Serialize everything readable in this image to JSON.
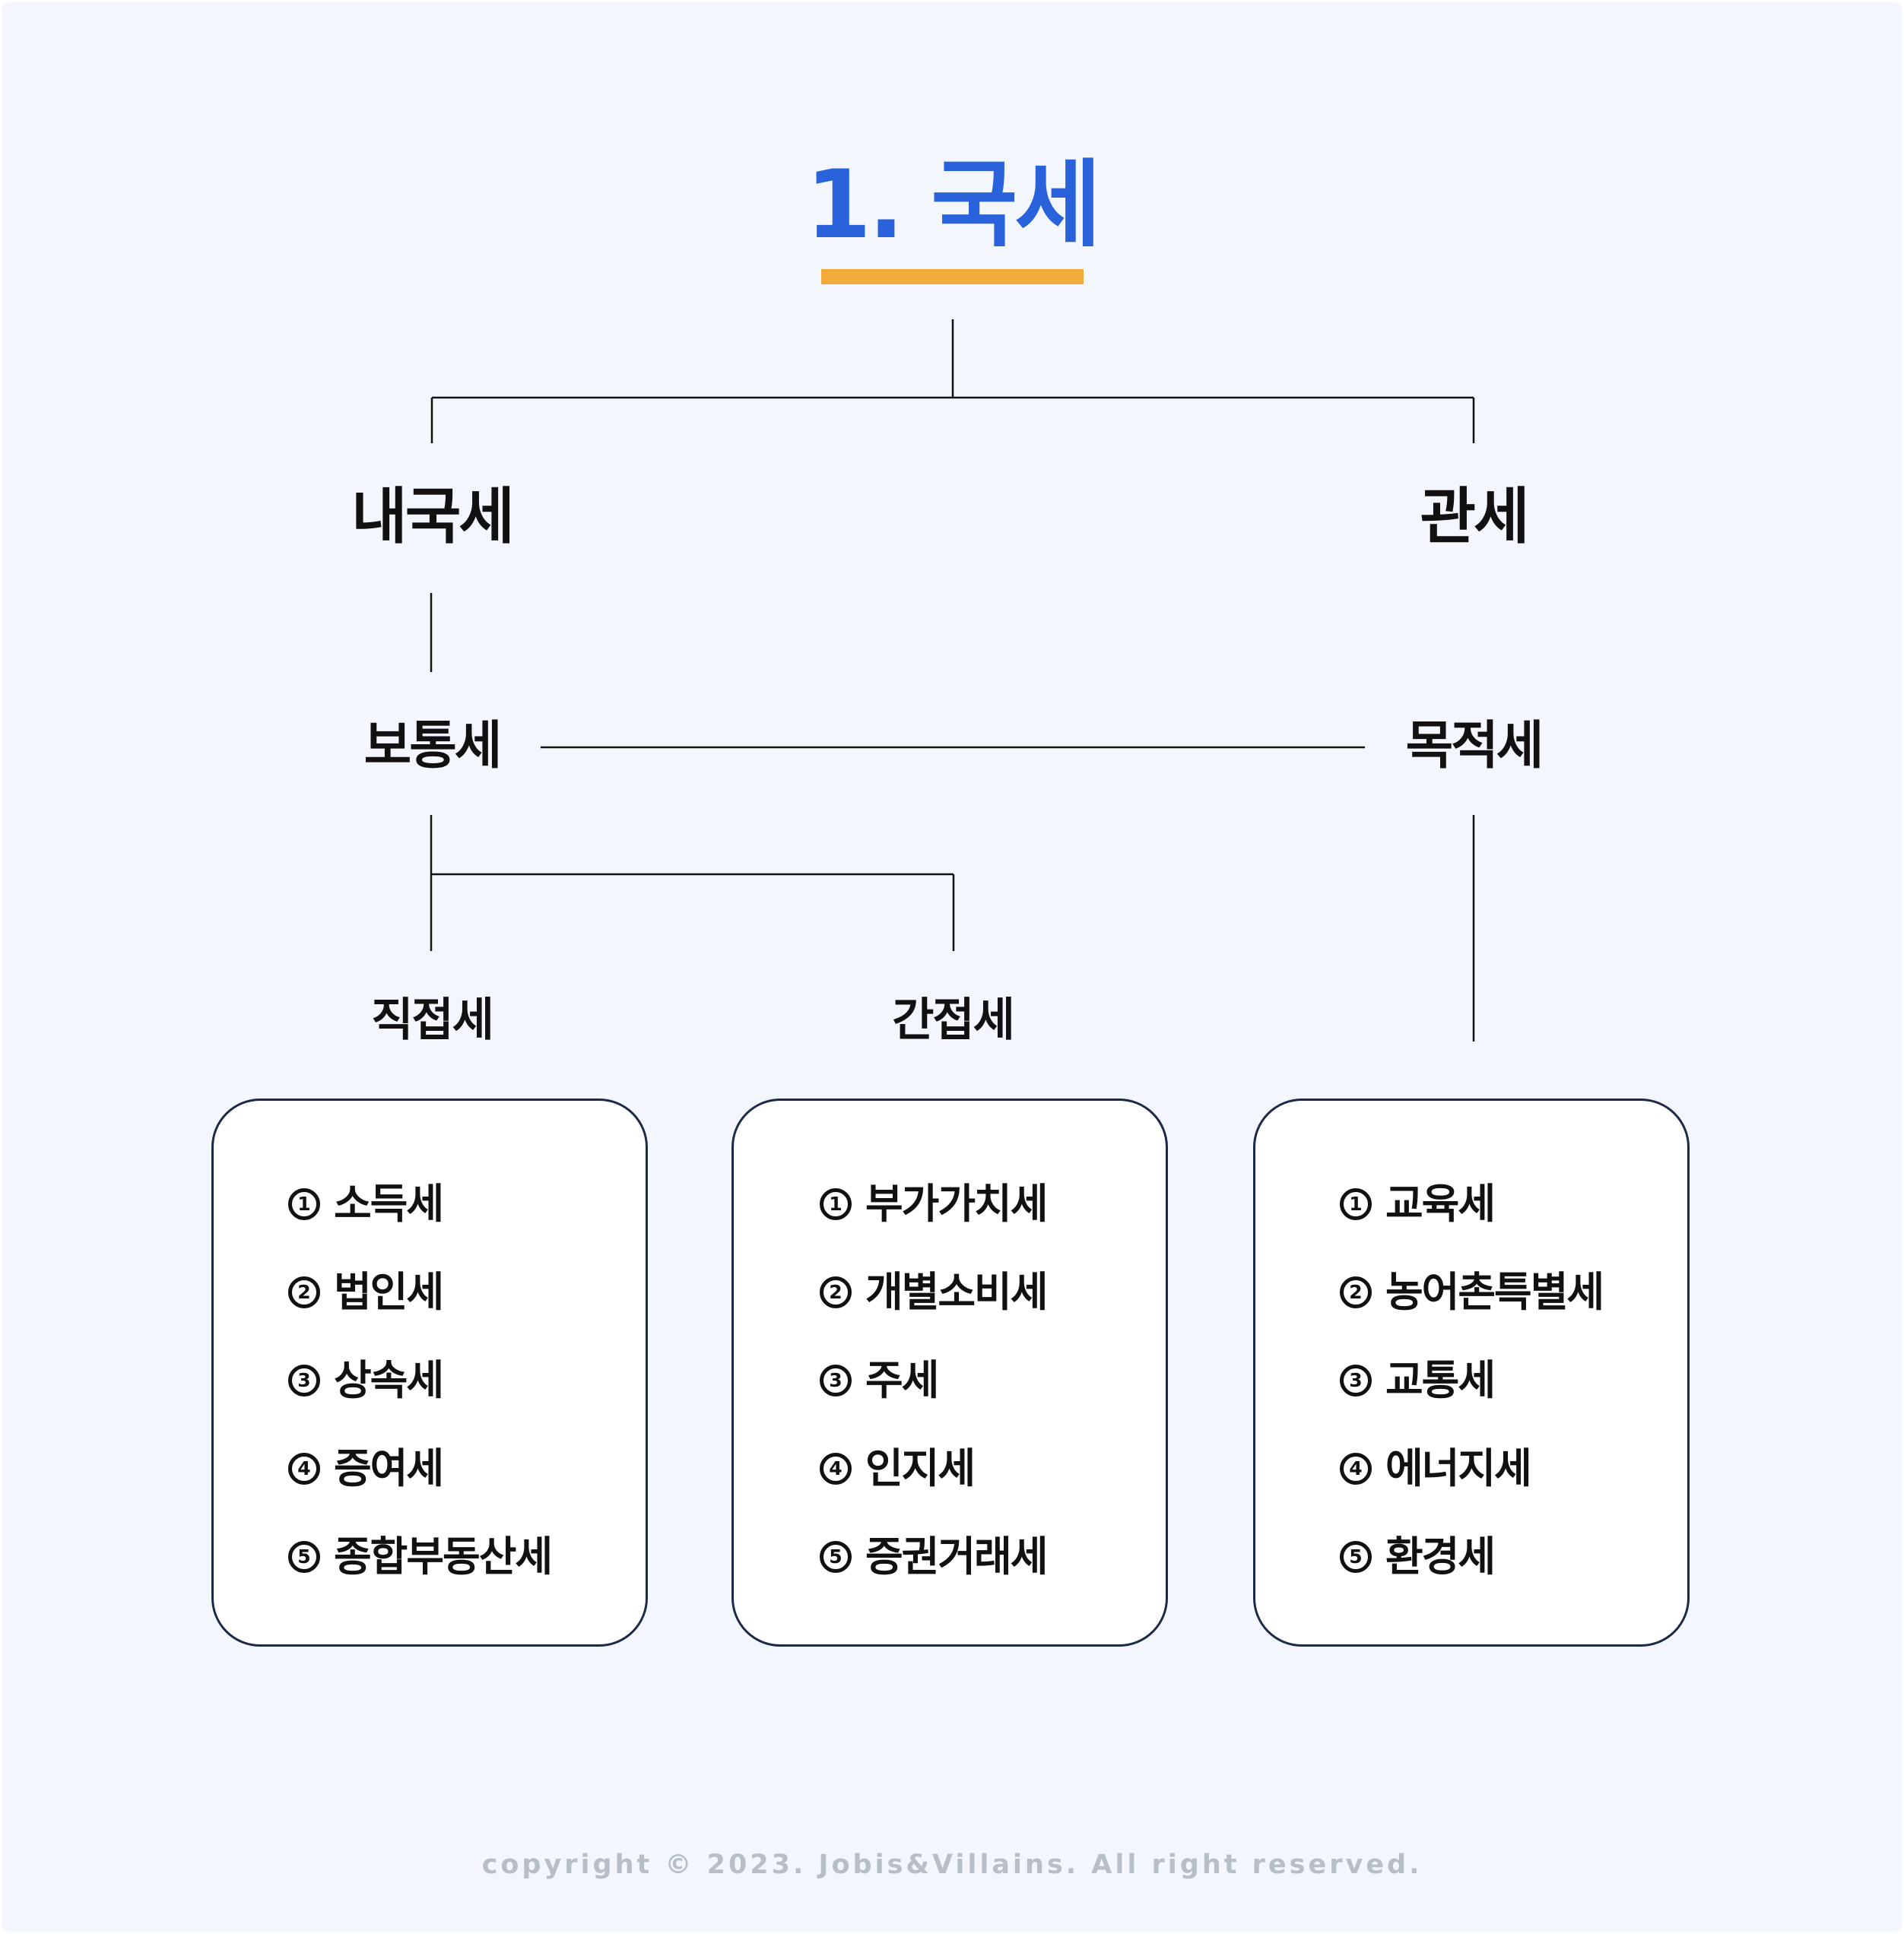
{
  "title": "1. 국세",
  "colors": {
    "title": "#2a62dc",
    "underline": "#f2ab3a",
    "background": "#f3f7fd",
    "box_border": "#1c2a4a",
    "text": "#111111",
    "footer": "#b8bec8"
  },
  "nodes": {
    "domestic_tax": "내국세",
    "customs_duty": "관세",
    "ordinary_tax": "보통세",
    "purpose_tax": "목적세",
    "direct_tax": "직접세",
    "indirect_tax": "간접세"
  },
  "lists": {
    "direct": [
      {
        "num": "1",
        "text": "소득세"
      },
      {
        "num": "2",
        "text": "법인세"
      },
      {
        "num": "3",
        "text": "상속세"
      },
      {
        "num": "4",
        "text": "증여세"
      },
      {
        "num": "5",
        "text": "종합부동산세"
      }
    ],
    "indirect": [
      {
        "num": "1",
        "text": "부가가치세"
      },
      {
        "num": "2",
        "text": "개별소비세"
      },
      {
        "num": "3",
        "text": "주세"
      },
      {
        "num": "4",
        "text": "인지세"
      },
      {
        "num": "5",
        "text": "증권거래세"
      }
    ],
    "purpose": [
      {
        "num": "1",
        "text": "교육세"
      },
      {
        "num": "2",
        "text": "농어촌특별세"
      },
      {
        "num": "3",
        "text": "교통세"
      },
      {
        "num": "4",
        "text": "에너지세"
      },
      {
        "num": "5",
        "text": "환경세"
      }
    ]
  },
  "footer": "copyright © 2023. Jobis&Villains. All right reserved."
}
